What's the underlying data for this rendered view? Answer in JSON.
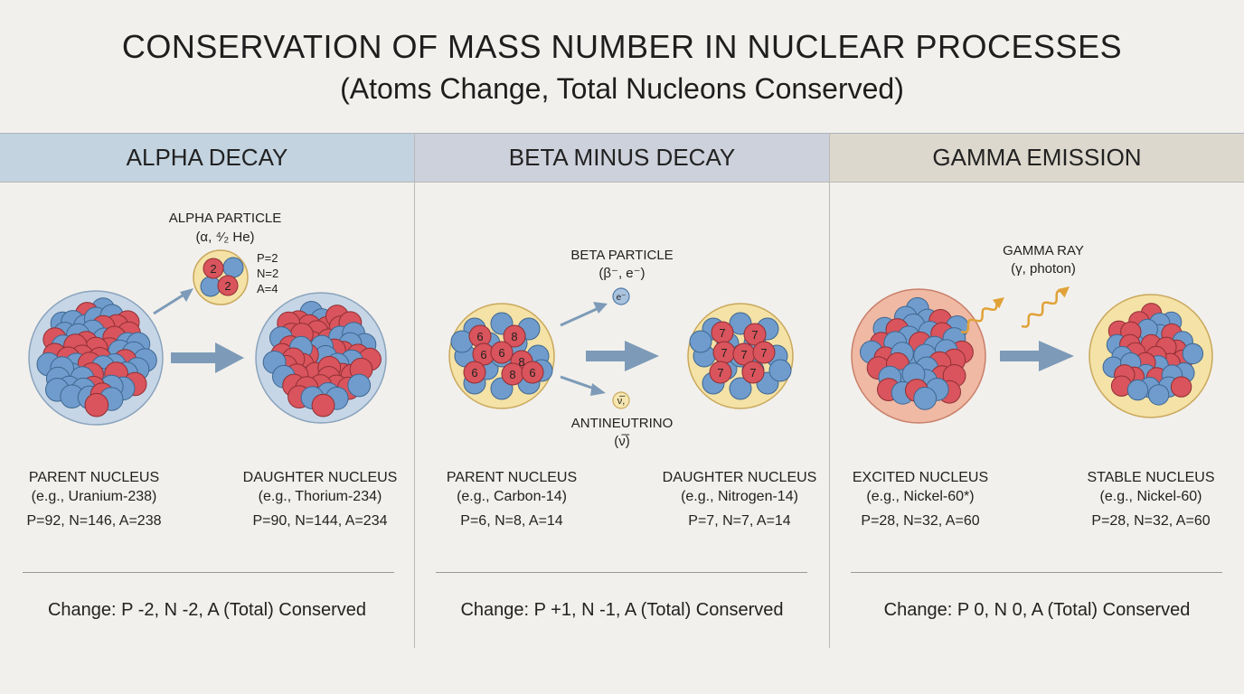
{
  "title": "CONSERVATION OF MASS NUMBER IN NUCLEAR PROCESSES",
  "subtitle": "(Atoms Change, Total Nucleons Conserved)",
  "panels": [
    {
      "header": "ALPHA DECAY",
      "emitted": {
        "name": "ALPHA PARTICLE",
        "symbol": "(α, ⁴⁄₂ He)",
        "counts": [
          "P=2",
          "N=2",
          "A=4"
        ],
        "nucleon_label": "2"
      },
      "parent": {
        "name": "PARENT NUCLEUS",
        "example": "(e.g., Uranium-238)",
        "counts": "P=92, N=146, A=238"
      },
      "daughter": {
        "name": "DAUGHTER NUCLEUS",
        "example": "(e.g., Thorium-234)",
        "counts": "P=90, N=144, A=234"
      },
      "change": "Change: P -2, N -2, A (Total) Conserved"
    },
    {
      "header": "BETA MINUS DECAY",
      "emitted": {
        "name": "BETA PARTICLE",
        "symbol": "(β⁻, e⁻)",
        "electron": "e⁻"
      },
      "emitted2": {
        "name": "ANTINEUTRINO",
        "symbol": "(ν̅)",
        "glyph": "ν̅,"
      },
      "parent": {
        "name": "PARENT NUCLEUS",
        "example": "(e.g., Carbon-14)",
        "counts": "P=6, N=8, A=14",
        "labels": [
          "6",
          "8",
          "6",
          "6",
          "8",
          "6",
          "8",
          "6"
        ]
      },
      "daughter": {
        "name": "DAUGHTER NUCLEUS",
        "example": "(e.g., Nitrogen-14)",
        "counts": "P=7, N=7, A=14",
        "labels": [
          "7",
          "7",
          "7",
          "7",
          "7",
          "7",
          "7"
        ]
      },
      "change": "Change: P +1, N -1, A (Total) Conserved"
    },
    {
      "header": "GAMMA EMISSION",
      "emitted": {
        "name": "GAMMA RAY",
        "symbol": "(γ, photon)"
      },
      "parent": {
        "name": "EXCITED NUCLEUS",
        "example": "(e.g., Nickel-60*)",
        "counts": "P=28, N=32, A=60"
      },
      "daughter": {
        "name": "STABLE NUCLEUS",
        "example": "(e.g., Nickel-60)",
        "counts": "P=28, N=32, A=60"
      },
      "change": "Change: P 0, N 0, A (Total) Conserved"
    }
  ],
  "colors": {
    "proton": "#d9545c",
    "neutron": "#6f9ccc",
    "arrow": "#7d9bb8",
    "halo_blue": "#c6d6e6",
    "halo_yellow": "#f4e2a6",
    "halo_red": "#efb9a4",
    "wave": "#e0a238"
  }
}
